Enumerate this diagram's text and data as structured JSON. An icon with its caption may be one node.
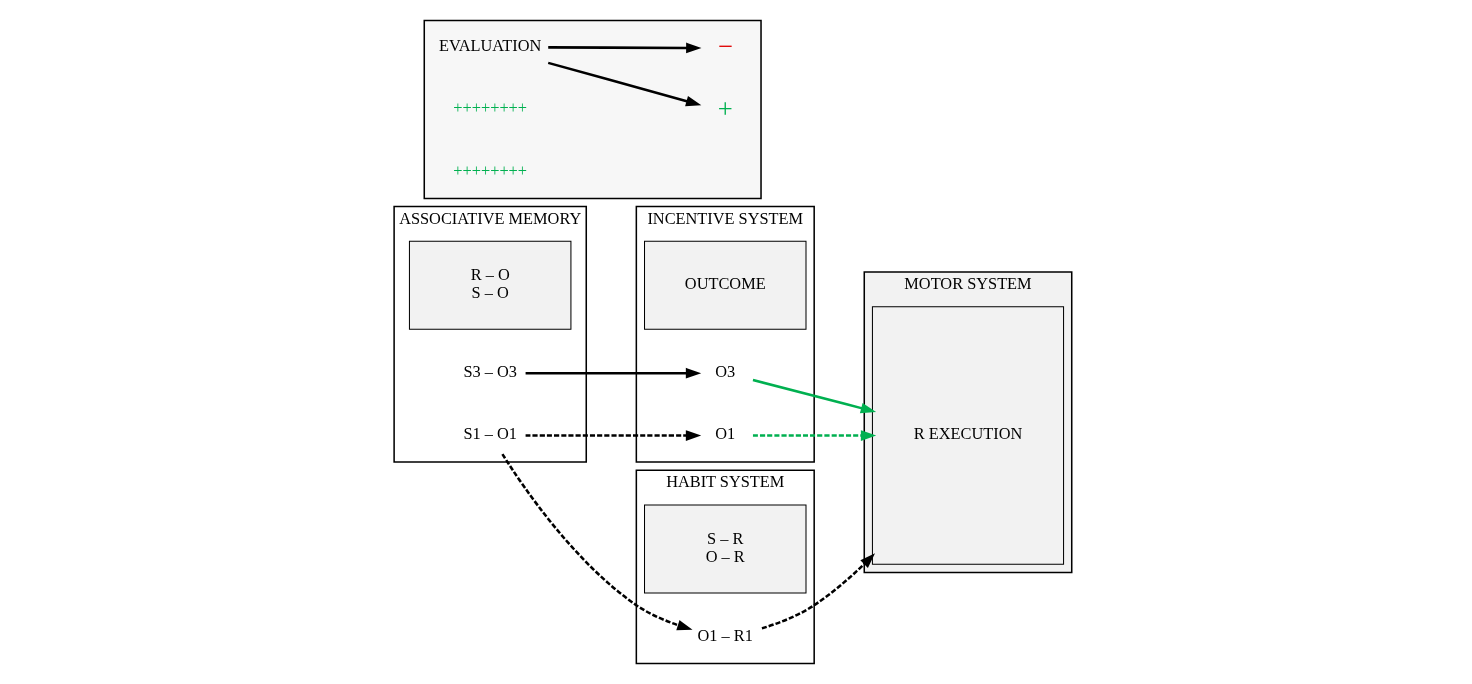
{
  "diagram": {
    "nodes": [
      {
        "text": [
          "ASSOCIATIVE MEMORY"
        ]
      },
      {
        "text": [
          "R – O",
          "S – O"
        ],
        "in": 0
      },
      {
        "text": [
          "S3 – O3"
        ],
        "in": 0
      },
      {
        "text": [
          "S1 – O1"
        ],
        "in": 0
      },
      {
        "text": [
          "INCENTIVE SYSTEM"
        ]
      },
      {
        "text": [
          "OUTCOME"
        ],
        "in": 4
      },
      {
        "text": [
          "O3"
        ],
        "in": 4
      },
      {
        "text": [
          "O1"
        ],
        "in": 4
      },
      {
        "text": [
          "HABIT SYSTEM"
        ]
      },
      {
        "text": [
          "S – R",
          "O – R"
        ],
        "in": 8
      },
      {
        "text": [
          "O1 – R1"
        ],
        "in": 8
      },
      {
        "text": [
          "EVALUATION"
        ]
      },
      {
        "text": [
          "+"
        ],
        "in": 11
      },
      {
        "text": [
          "−"
        ],
        "in": 11
      },
      {
        "text": [
          "++++++++"
        ],
        "in": 11
      },
      {
        "text": [
          "++++++++"
        ],
        "in": 11
      },
      {
        "text": [
          "MOTOR SYSTEM"
        ]
      },
      {
        "text": [
          "R EXECUTION"
        ],
        "in": 16
      }
    ],
    "edges": [
      {
        "from": 11,
        "to": 12,
        "arrow": "to"
      },
      {
        "from": 11,
        "to": 13,
        "arrow": "to"
      },
      {
        "from": 2,
        "to": 6,
        "arrow": "to"
      },
      {
        "from": 6,
        "to": 17,
        "arrow": "to",
        "color": "#00b050"
      },
      {
        "from": 3,
        "to": 7,
        "arrow": "to",
        "style": "dashed"
      },
      {
        "from": 7,
        "to": 17,
        "arrow": "to",
        "style": "dashed",
        "color": "#00b050"
      },
      {
        "from": 3,
        "to": 10,
        "arrow": "to",
        "style": "dashed"
      },
      {
        "from": 10,
        "to": 17,
        "arrow": "to",
        "style": "dashed"
      }
    ]
  }
}
